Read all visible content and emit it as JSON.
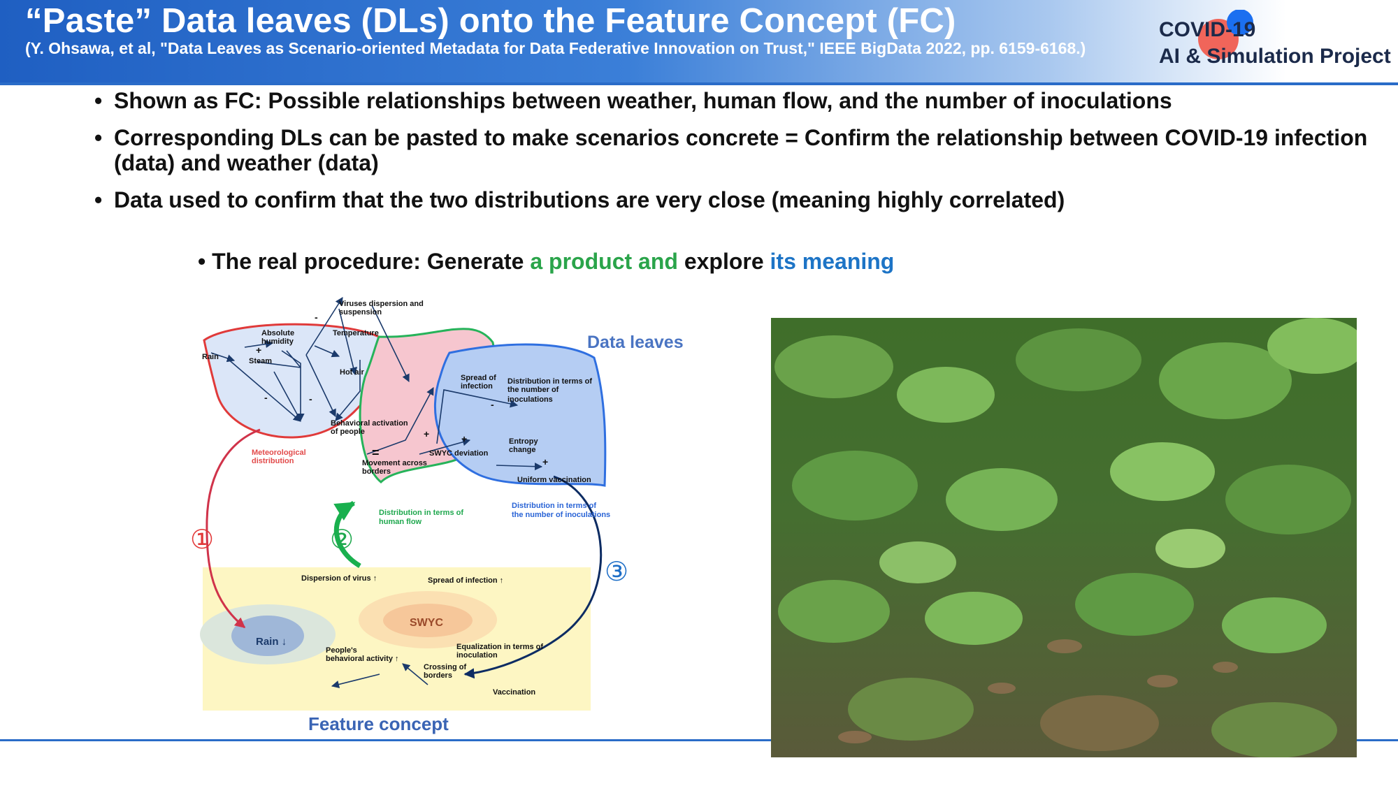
{
  "header": {
    "title": "“Paste” Data leaves (DLs) onto the Feature Concept (FC)",
    "citation": "(Y. Ohsawa, et al, \"Data Leaves as Scenario-oriented Metadata for Data Federative Innovation on Trust,\" IEEE BigData 2022, pp. 6159-6168.)",
    "logo_line1": "COVID-19",
    "logo_line2": "AI & Simulation Project"
  },
  "bullets": [
    "Shown as FC: Possible relationships between weather, human flow, and the number of inoculations",
    "Corresponding DLs can be pasted to make scenarios concrete = Confirm the relationship between COVID-19 infection (data) and weather (data)",
    "Data used to confirm that the two distributions are very close (meaning highly correlated)"
  ],
  "sub_bullet": {
    "part1": "The real procedure: Generate ",
    "part2": "a product and",
    "part3": " explore ",
    "part4": "its meaning"
  },
  "diagram": {
    "data_leaves_label": "Data leaves",
    "feature_concept_label": "Feature concept",
    "red_leaf": {
      "viruses1": "Viruses dispersion and",
      "viruses2": "suspension",
      "abs1": "Absolute",
      "abs2": "humidity",
      "temperature": "Temperature",
      "rain": "Rain",
      "steam": "Steam",
      "hot_air": "Hot air",
      "beh1": "Behavioral activation",
      "beh2": "of people",
      "caption1": "Meteorological",
      "caption2": "distribution"
    },
    "green_leaf": {
      "move1": "Movement across",
      "move2": "borders",
      "swyc": "SWYC deviation",
      "caption1": "Distribution in terms of",
      "caption2": "human flow"
    },
    "blue_leaf": {
      "spread1": "Spread of",
      "spread2": "infection",
      "dist1": "Distribution in terms of",
      "dist2": "the number of",
      "dist3": "inoculations",
      "ent1": "Entropy",
      "ent2": "change",
      "uniform": "Uniform vaccination",
      "caption1": "Distribution in terms of",
      "caption2": "the number of inoculations"
    },
    "fc": {
      "dispersion": "Dispersion of virus ↑",
      "spread": "Spread of infection ↑",
      "swyc": "SWYC",
      "rain": "Rain ↓",
      "people1": "People's",
      "people2": "behavioral activity ↑",
      "eq1": "Equalization in terms of",
      "eq2": "inoculation",
      "cross1": "Crossing of",
      "cross2": "borders",
      "vaccination": "Vaccination"
    },
    "step1": "①",
    "step2": "②",
    "step3": "③",
    "plus": "+",
    "minus": "-",
    "equals": "="
  },
  "colors": {
    "accent_blue": "#1f5fc2",
    "green": "#2aa44a",
    "leaf_red": "#e03a3a",
    "leaf_green": "#26b35a",
    "leaf_blue": "#2f6fe0",
    "fc_yellow": "#fdf6c3",
    "navy": "#1b3a6b"
  }
}
